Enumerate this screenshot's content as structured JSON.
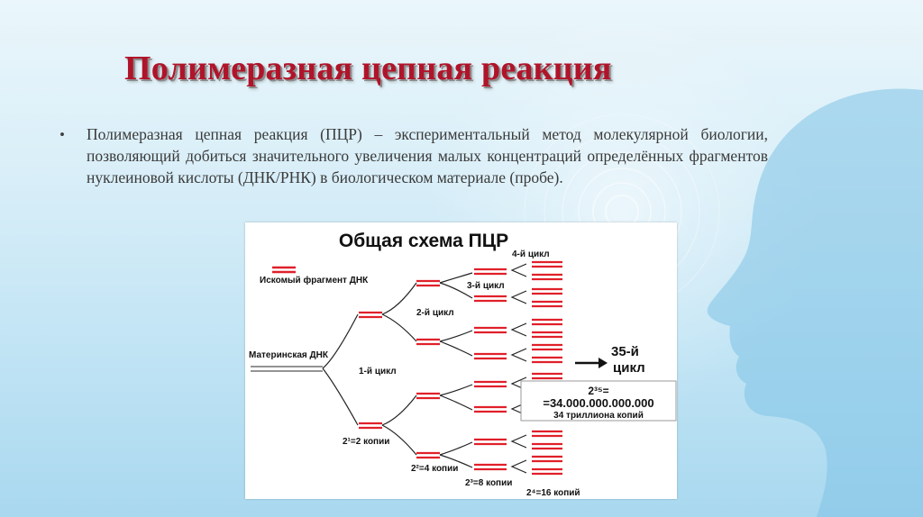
{
  "slide": {
    "title": "Полимеразная цепная реакция",
    "bullet_symbol": "•",
    "paragraph": "Полимеразная цепная реакция (ПЦР) – экспериментальный метод молекулярной биологии, позволяющий добиться значительного увеличения малых концентраций определённых фрагментов нуклеиновой кислоты (ДНК/РНК) в биологическом материале (пробе)."
  },
  "diagram": {
    "title": "Общая схема ПЦР",
    "legend_fragment": "Искомый фрагмент ДНК",
    "maternal_dna": "Материнская ДНК",
    "cycle1": "1-й цикл",
    "cycle2": "2-й цикл",
    "cycle3": "3-й цикл",
    "cycle4": "4-й цикл",
    "copies_2": "2¹=2 копии",
    "copies_4": "2²=4 копии",
    "copies_8": "2³=8 копии",
    "copies_16": "2⁴=16 копий",
    "cycle35_line1": "35-й",
    "cycle35_line2": "цикл",
    "box_line1": "2³⁵=",
    "box_line2": "=34.000.000.000.000",
    "box_line3": "34 триллиона копий"
  },
  "colors": {
    "title_red": "#b0142a",
    "dna_red": "#e0202a",
    "background_blue": "#a9d8ef"
  }
}
